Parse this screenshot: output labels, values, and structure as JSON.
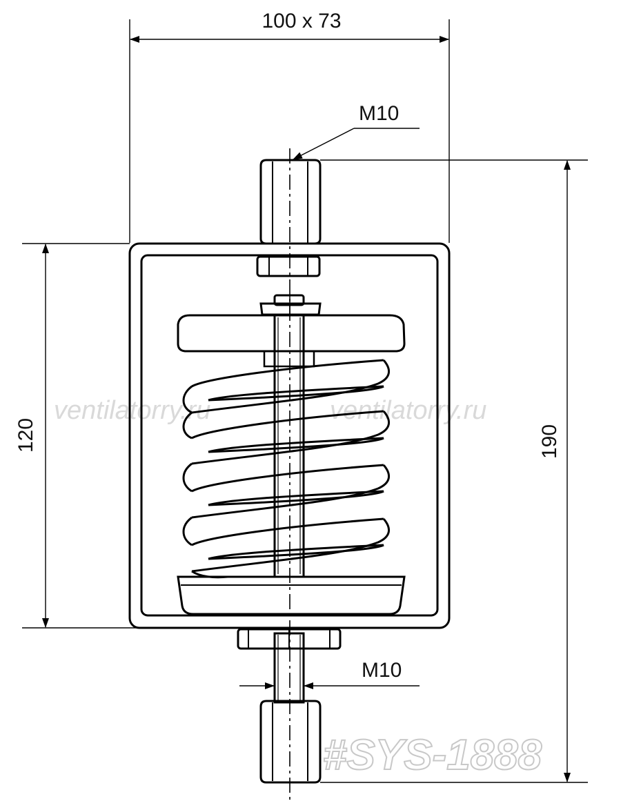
{
  "dimensions": {
    "width_depth": "100 x 73",
    "height_body": "120",
    "height_total": "190",
    "thread_top": "M10",
    "thread_bottom": "M10"
  },
  "watermarks": {
    "site_left": "ventilatorry.ru",
    "site_right": "ventilatorry.ru",
    "code": "#SYS-1888"
  }
}
